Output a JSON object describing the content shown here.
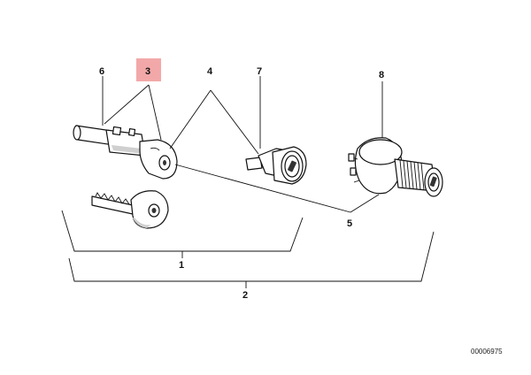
{
  "callouts": {
    "c1": "1",
    "c2": "2",
    "c3": "3",
    "c4": "4",
    "c5": "5",
    "c6": "6",
    "c7": "7",
    "c8": "8"
  },
  "highlight_color": "#f2a8a8",
  "doc_number": "00006975"
}
